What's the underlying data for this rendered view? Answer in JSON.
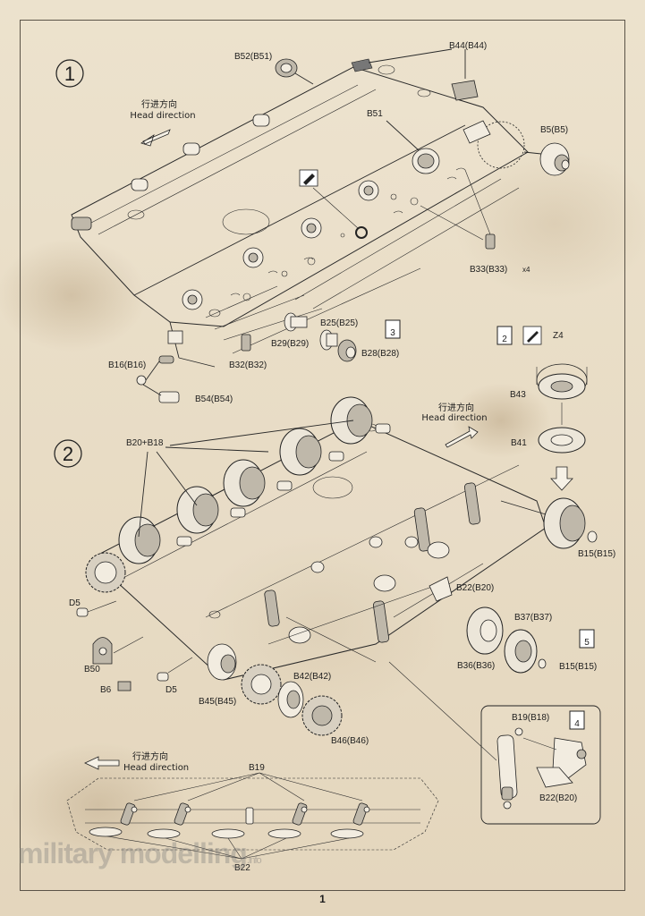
{
  "steps": {
    "step1": "1",
    "step2": "2"
  },
  "head_direction": {
    "cn": "行进方向",
    "en": "Head direction"
  },
  "step1_labels": {
    "b52": "B52(B51)",
    "b44": "B44(B44)",
    "b51": "B51",
    "b5": "B5(B5)",
    "b33": "B33(B33)",
    "b33_qty": "x4",
    "b25": "B25(B25)",
    "b29": "B29(B29)",
    "b28": "B28(B28)",
    "b16": "B16(B16)",
    "b32": "B32(B32)",
    "b54": "B54(B54)",
    "sub3": "3"
  },
  "step2_labels": {
    "b20_b18": "B20+B18",
    "sub2": "2",
    "z4": "Z4",
    "b43": "B43",
    "b41": "B41",
    "b15a": "B15(B15)",
    "b22": "B22(B20)",
    "d5a": "D5",
    "b50": "B50",
    "b6": "B6",
    "d5b": "D5",
    "b37": "B37(B37)",
    "b36": "B36(B36)",
    "sub5": "5",
    "b15b": "B15(B15)",
    "b42": "B42(B42)",
    "b45": "B45(B45)",
    "b46": "B46(B46)"
  },
  "detail_box": {
    "b19": "B19(B18)",
    "sub4": "4",
    "b22": "B22(B20)"
  },
  "bottom_view": {
    "b19": "B19",
    "b22": "B22"
  },
  "watermark": {
    "main": "military modelling",
    "sub": ".info"
  },
  "page_number": "1",
  "colors": {
    "paper": "#e8dcc6",
    "ink": "#1e1e1e"
  },
  "icons": [
    "glue-icon",
    "paint-brush-icon"
  ]
}
